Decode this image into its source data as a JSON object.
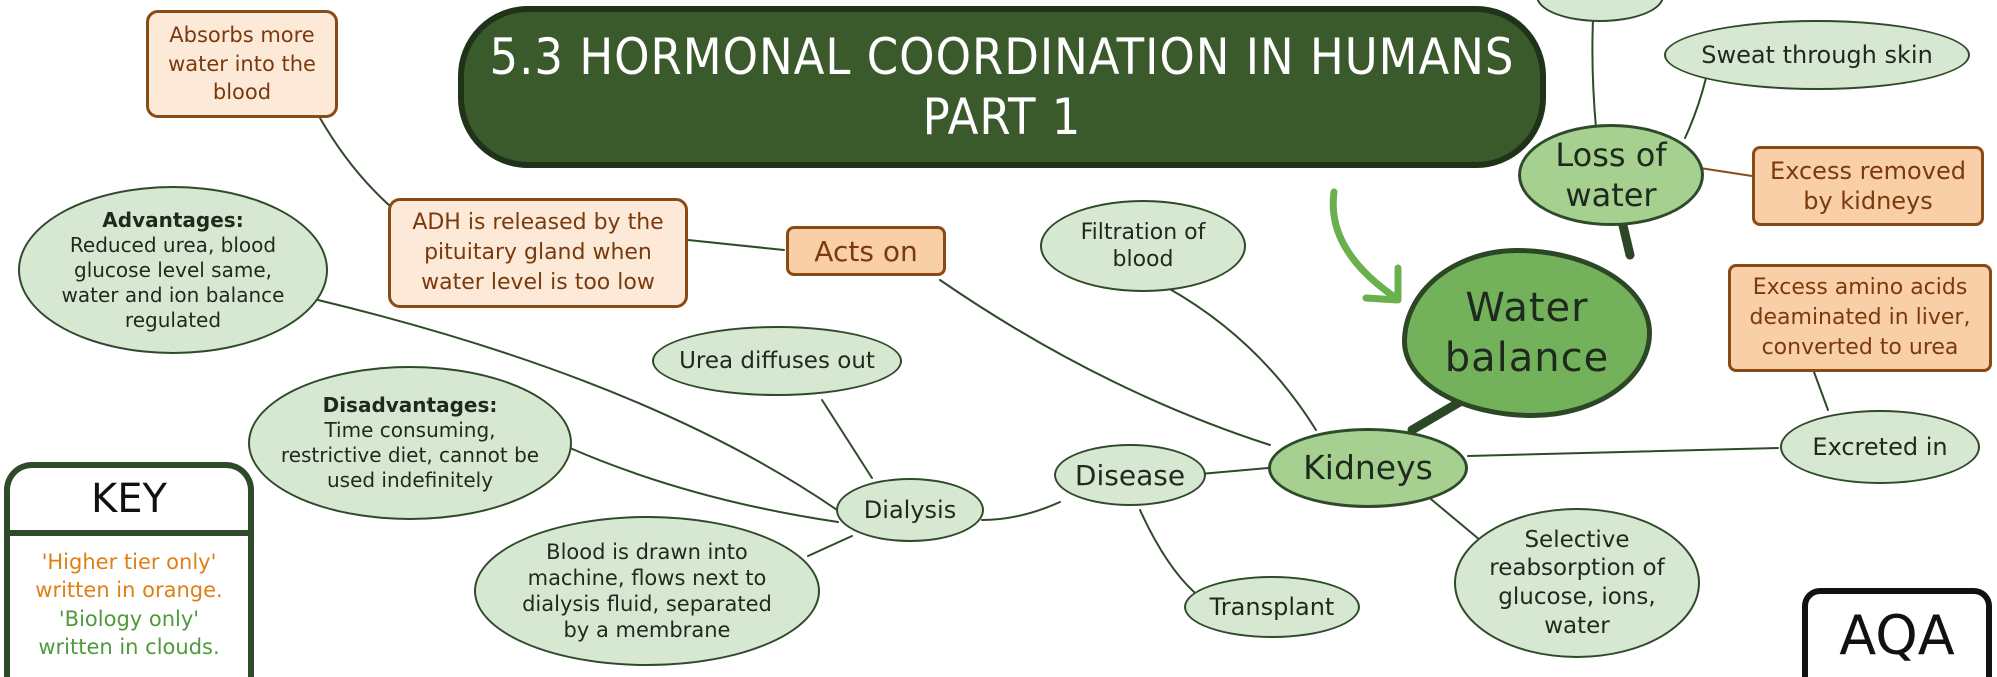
{
  "title": {
    "line1": "5.3 HORMONAL COORDINATION IN HUMANS",
    "line2": "PART 1"
  },
  "central": {
    "label_line1": "Water",
    "label_line2": "balance"
  },
  "nodes": {
    "loss_of_water": {
      "line1": "Loss of",
      "line2": "water"
    },
    "sweat": "Sweat through skin",
    "excess_removed": {
      "line1": "Excess removed",
      "line2": "by kidneys"
    },
    "kidneys": "Kidneys",
    "excess_amino": {
      "line1": "Excess amino acids",
      "line2": "deaminated in liver,",
      "line3": "converted to urea"
    },
    "excreted_in": "Excreted in",
    "selective": {
      "line1": "Selective",
      "line2": "reabsorption of",
      "line3": "glucose, ions,",
      "line4": "water"
    },
    "filtration": {
      "line1": "Filtration of",
      "line2": "blood"
    },
    "disease": "Disease",
    "transplant": "Transplant",
    "dialysis": "Dialysis",
    "urea_diffuses": "Urea diffuses out",
    "blood_drawn": {
      "line1": "Blood is drawn into",
      "line2": "machine, flows next to",
      "line3": "dialysis fluid, separated",
      "line4": "by a membrane"
    },
    "disadvantages": {
      "heading": "Disadvantages:",
      "line1": "Time consuming,",
      "line2": "restrictive diet, cannot be",
      "line3": "used indefinitely"
    },
    "advantages": {
      "heading": "Advantages:",
      "line1": "Reduced urea, blood",
      "line2": "glucose level same,",
      "line3": "water and ion balance",
      "line4": "regulated"
    },
    "acts_on": "Acts on",
    "adh": {
      "line1": "ADH is released by the",
      "line2": "pituitary gland when",
      "line3": "water level is too low"
    },
    "absorbs": {
      "line1": "Absorbs more",
      "line2": "water into the",
      "line3": "blood"
    }
  },
  "key": {
    "title": "KEY",
    "orange_line1": "'Higher tier only'",
    "orange_line2": "written in orange.",
    "green_line1": "'Biology only'",
    "green_line2": "written in clouds."
  },
  "badge": "AQA",
  "colors": {
    "title_fill": "#3a5a2c",
    "cloud_fill": "#d7e8d2",
    "cloud_mid_fill": "#a6d08f",
    "main_fill": "#73b25a",
    "higher_tier_orange": "#c96a14",
    "biology_green": "#4f9a3a",
    "arrow_green": "#6ab04c"
  }
}
